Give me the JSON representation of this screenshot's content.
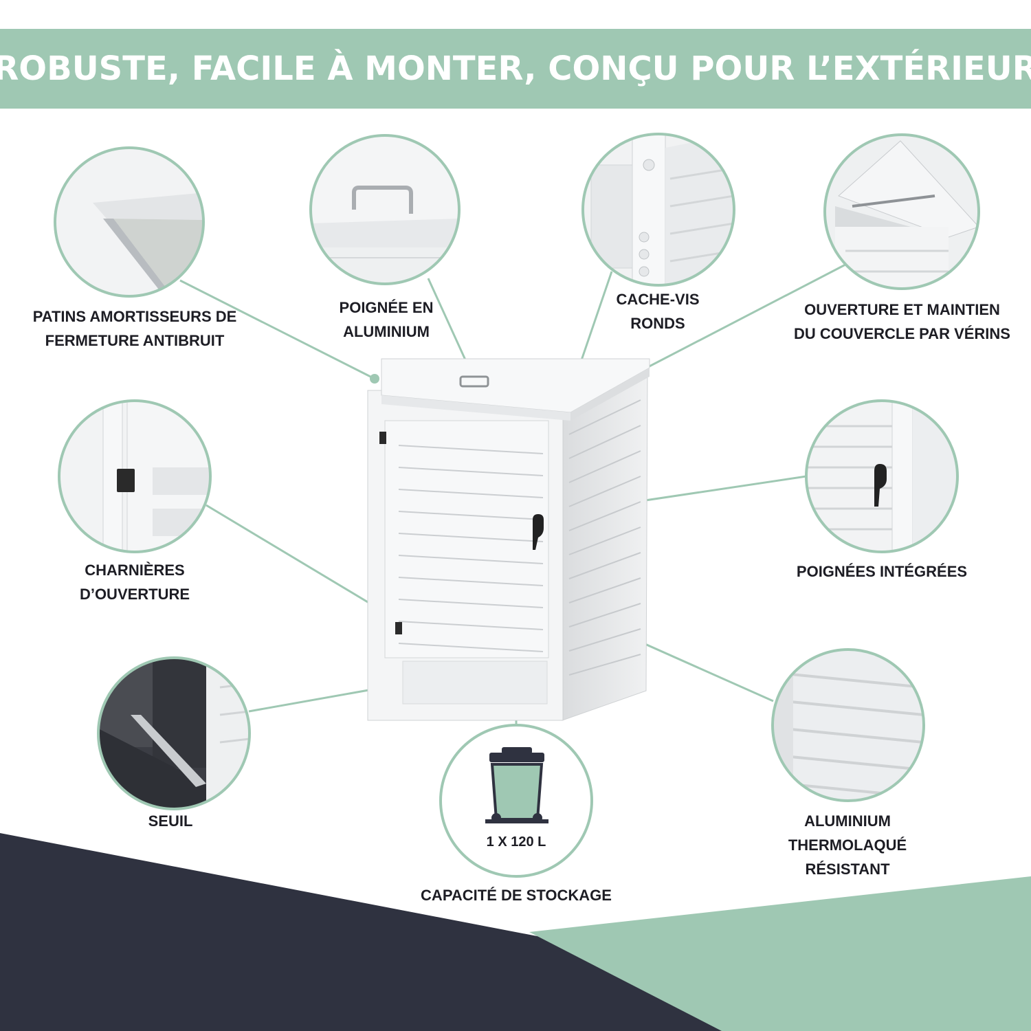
{
  "banner": {
    "title": "ROBUSTE, FACILE À MONTER, CONÇU POUR L’EXTÉRIEUR"
  },
  "colors": {
    "accent": "#9fc8b3",
    "dark": "#2f3240",
    "text": "#1d1d24",
    "product": "#f3f4f5"
  },
  "features": {
    "dampers": {
      "line1": "PATINS AMORTISSEURS DE",
      "line2": "FERMETURE ANTIBRUIT"
    },
    "handle": {
      "line1": "POIGNÉE EN",
      "line2": "ALUMINIUM"
    },
    "screws": {
      "line1": "CACHE-VIS",
      "line2": "RONDS"
    },
    "cylinders": {
      "line1": "OUVERTURE ET MAINTIEN",
      "line2": "DU COUVERCLE PAR VÉRINS"
    },
    "hinges": {
      "line1": "CHARNIÈRES",
      "line2": "D’OUVERTURE"
    },
    "integrated": {
      "line1": "POIGNÉES INTÉGRÉES"
    },
    "threshold": {
      "line1": "SEUIL"
    },
    "capacity": {
      "line1": "CAPACITÉ DE STOCKAGE",
      "badge": "1 X 120 L"
    },
    "aluminium": {
      "line1": "ALUMINIUM",
      "line2": "THERMOLAQUÉ",
      "line3": "RÉSISTANT"
    }
  },
  "icons": [
    "wheelie-bin-icon",
    "handle-icon",
    "hinge-icon",
    "gas-spring-icon",
    "screw-cover-icon"
  ]
}
